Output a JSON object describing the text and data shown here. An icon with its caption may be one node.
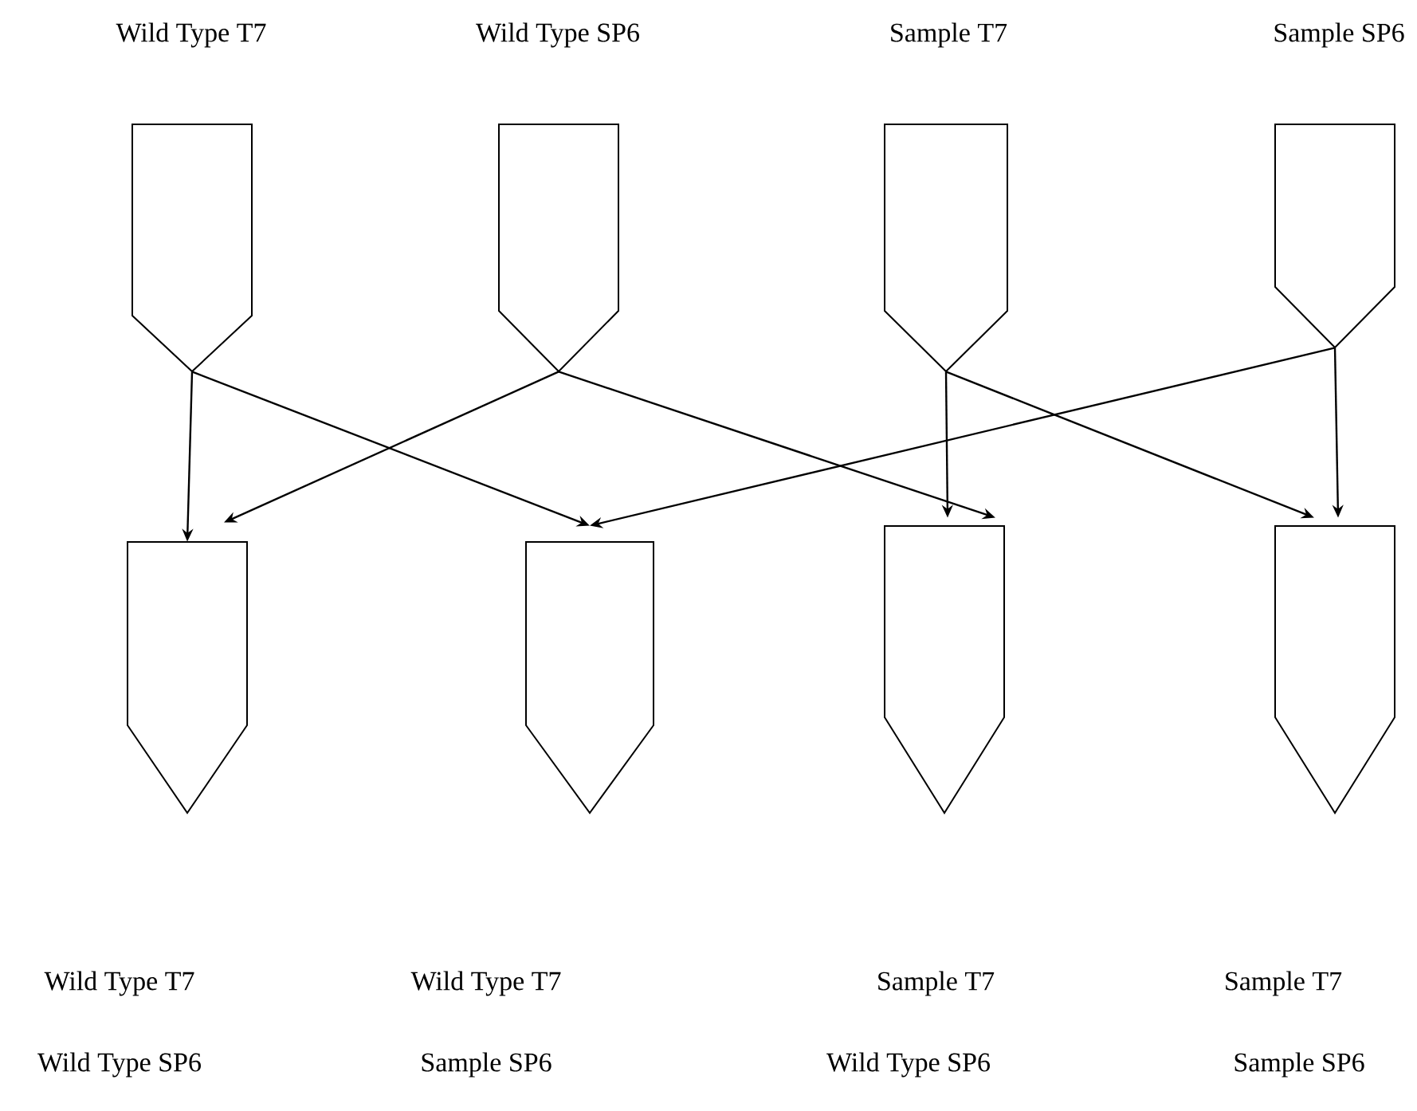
{
  "diagram": {
    "nodes": [
      {
        "text": [
          "Wild Type T7"
        ]
      },
      {
        "text": [
          "Wild Type SP6"
        ]
      },
      {
        "text": [
          "Sample T7"
        ]
      },
      {
        "text": [
          "Sample SP6"
        ]
      },
      {
        "text": [],
        "shape": "pentagon"
      },
      {
        "text": [],
        "shape": "pentagon"
      },
      {
        "text": [],
        "shape": "pentagon"
      },
      {
        "text": [],
        "shape": "pentagon"
      }
    ],
    "edges": [
      {
        "from": 0,
        "to": 4,
        "arrow": "to"
      },
      {
        "from": 0,
        "to": 5,
        "arrow": "to"
      },
      {
        "from": 1,
        "to": 4,
        "arrow": "to"
      },
      {
        "from": 1,
        "to": 6,
        "arrow": "to"
      },
      {
        "from": 2,
        "to": 6,
        "arrow": "to"
      },
      {
        "from": 2,
        "to": 7,
        "arrow": "to"
      },
      {
        "from": 3,
        "to": 5,
        "arrow": "to"
      },
      {
        "from": 3,
        "to": 7,
        "arrow": "to"
      }
    ],
    "labels": [
      "Wild Type T7",
      "Wild Type T7",
      "Sample T7",
      "Sample T7",
      "Wild Type SP6",
      "Sample SP6",
      "Wild Type SP6",
      "Sample SP6"
    ]
  }
}
